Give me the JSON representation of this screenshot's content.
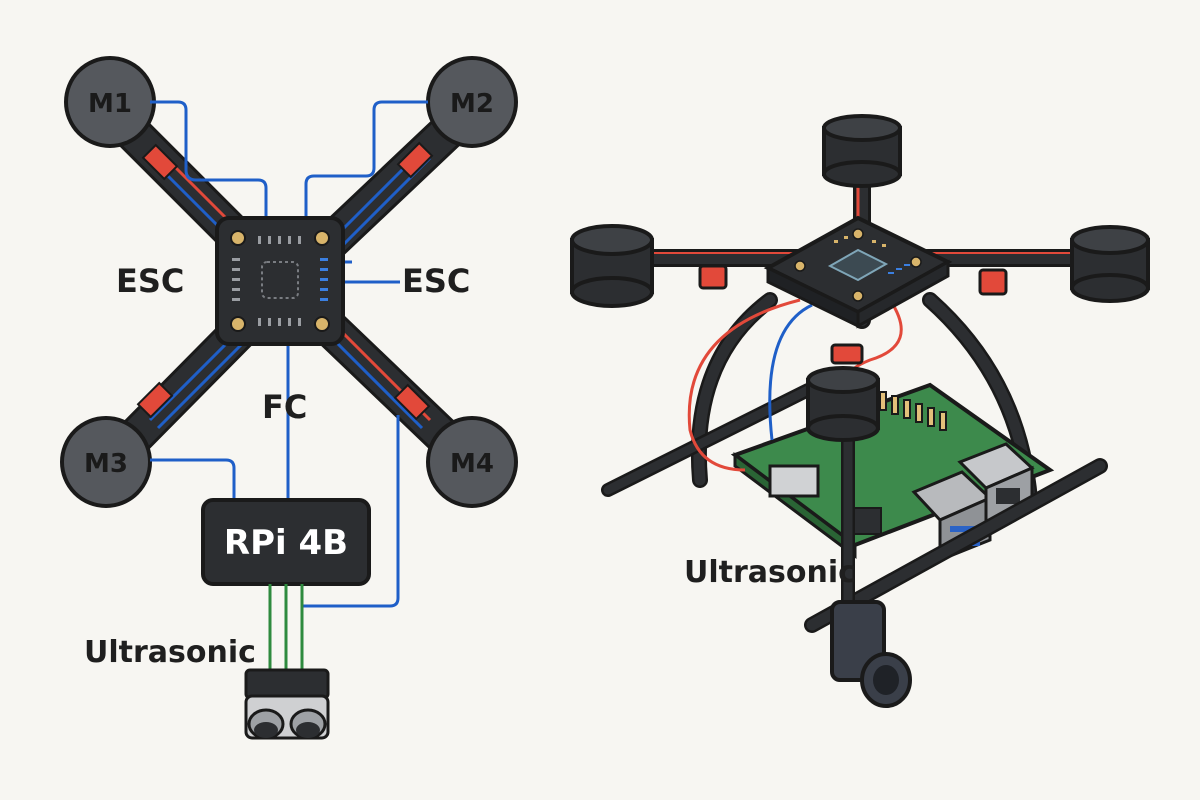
{
  "schematic": {
    "motors": [
      "M1",
      "M2",
      "M3",
      "M4"
    ],
    "esc_left": "ESC",
    "esc_right": "ESC",
    "fc": "FC",
    "rpi": "RPi 4B",
    "ultrasonic": "Ultrasonic"
  },
  "render": {
    "ultrasonic": "Ultrasonic"
  },
  "colors": {
    "background": "#f7f6f2",
    "body_dark": "#2c2e31",
    "motor_gray": "#55585d",
    "wire_red": "#e2493a",
    "wire_blue": "#1f5fc8",
    "wire_green": "#2e8a3e",
    "gold_pad": "#d8b46a",
    "pcb_green": "#3d8a4c"
  }
}
